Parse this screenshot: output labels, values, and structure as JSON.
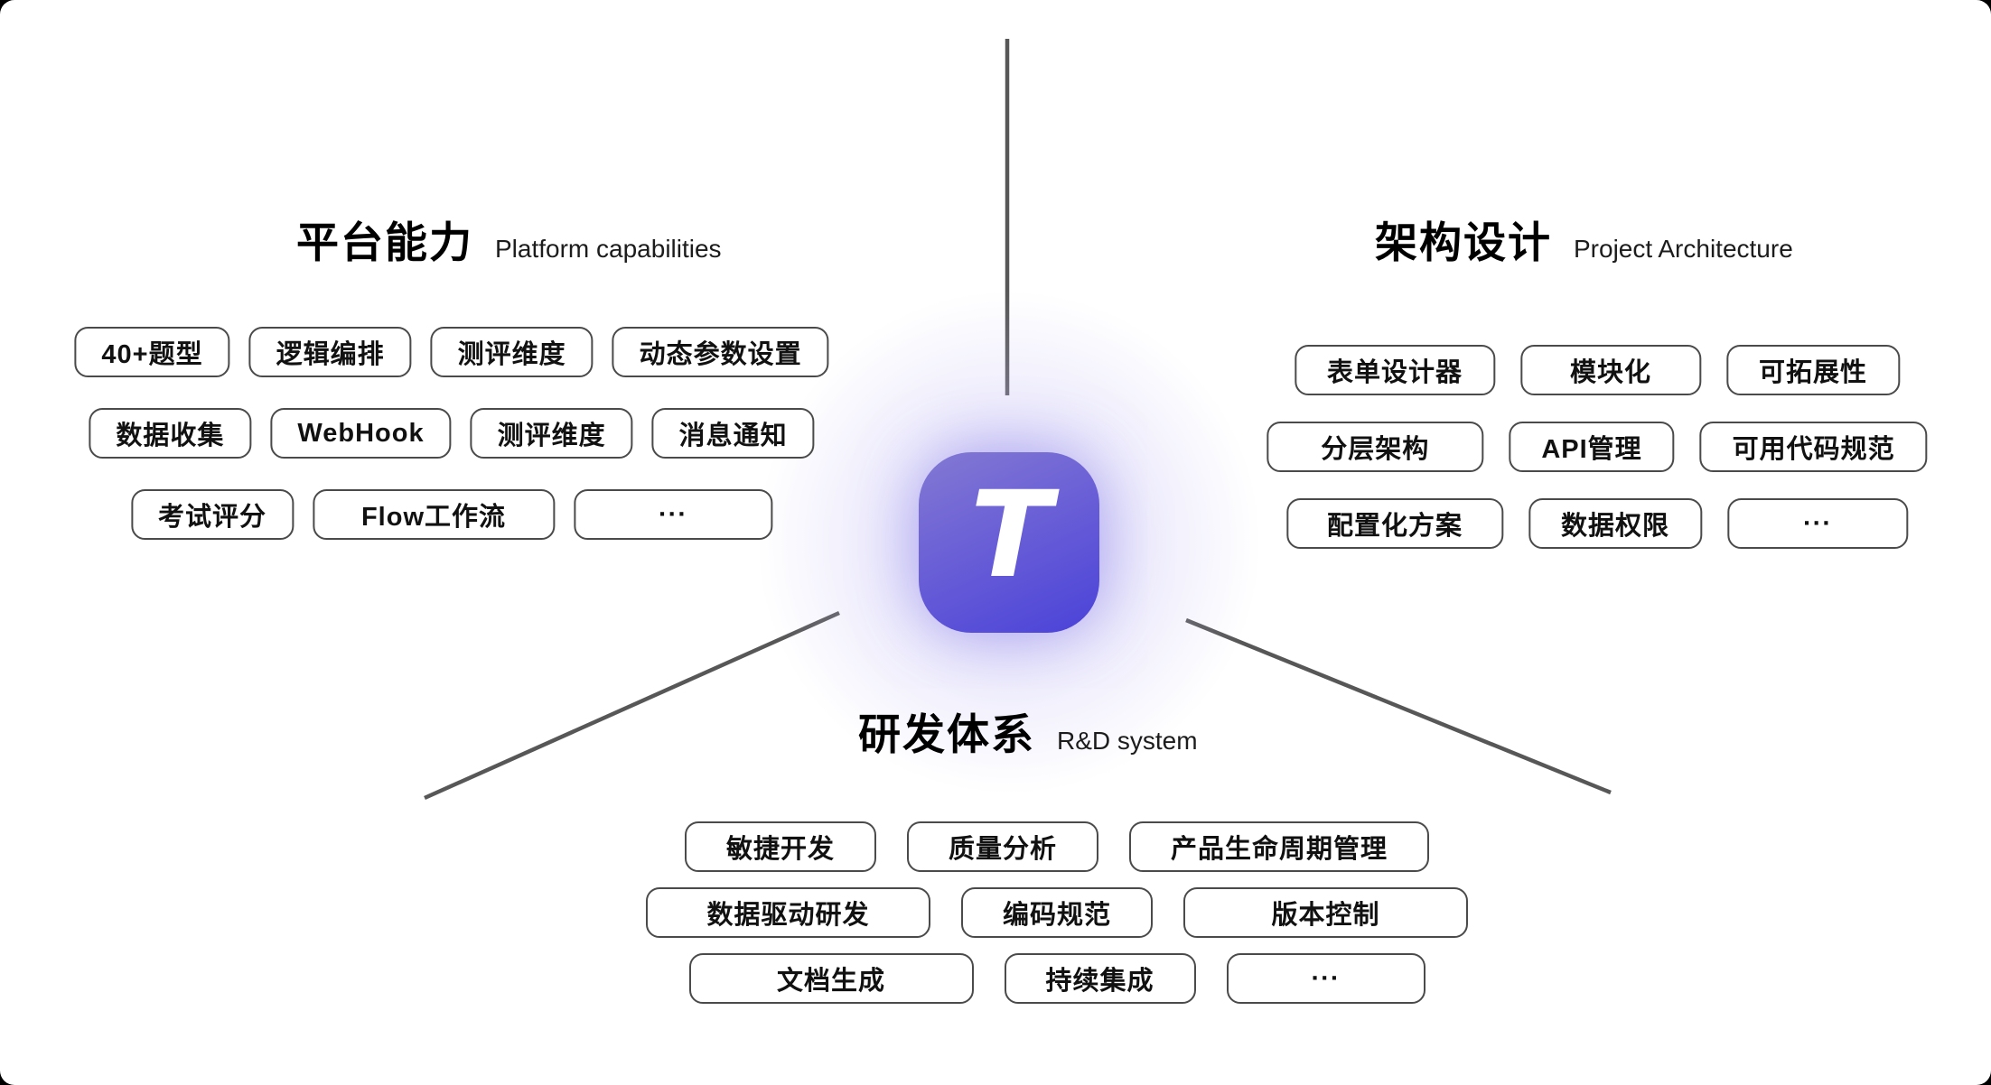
{
  "logo": {
    "letter": "T"
  },
  "colors": {
    "logo_gradient_start": "#8379d3",
    "logo_gradient_end": "#4a42d9",
    "glow": "#a49cee",
    "connector_line": "#575757",
    "pill_border": "#4a4a4a",
    "background": "#ffffff"
  },
  "sections": {
    "platform": {
      "title_zh": "平台能力",
      "title_en": "Platform capabilities",
      "rows": [
        [
          "40+题型",
          "逻辑编排",
          "测评维度",
          "动态参数设置"
        ],
        [
          "数据收集",
          "WebHook",
          "测评维度",
          "消息通知"
        ],
        [
          "考试评分",
          "Flow工作流",
          "···"
        ]
      ]
    },
    "architecture": {
      "title_zh": "架构设计",
      "title_en": "Project Architecture",
      "rows": [
        [
          "表单设计器",
          "模块化",
          "可拓展性"
        ],
        [
          "分层架构",
          "API管理",
          "可用代码规范"
        ],
        [
          "配置化方案",
          "数据权限",
          "···"
        ]
      ]
    },
    "rnd": {
      "title_zh": "研发体系",
      "title_en": "R&D system",
      "rows": [
        [
          "敏捷开发",
          "质量分析",
          "产品生命周期管理"
        ],
        [
          "数据驱动研发",
          "编码规范",
          "版本控制"
        ],
        [
          "文档生成",
          "持续集成",
          "···"
        ]
      ]
    }
  }
}
